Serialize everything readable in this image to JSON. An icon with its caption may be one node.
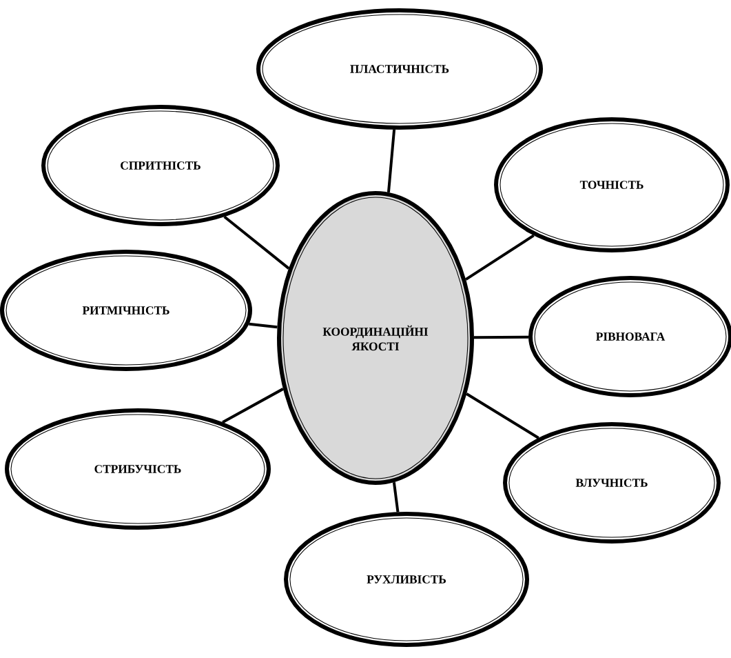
{
  "diagram": {
    "nodes": [
      {
        "text": [
          "КООРДИНАЦІЙНІ ЯКОСТІ"
        ]
      },
      {
        "text": [
          "ПЛАСТИЧНІСТЬ"
        ]
      },
      {
        "text": [
          "СПРИТНІСТЬ"
        ]
      },
      {
        "text": [
          "ТОЧНІСТЬ"
        ]
      },
      {
        "text": [
          "РИТМІЧНІСТЬ"
        ]
      },
      {
        "text": [
          "РІВНОВАГА"
        ]
      },
      {
        "text": [
          "СТРИБУЧІСТЬ"
        ]
      },
      {
        "text": [
          "ВЛУЧНІСТЬ"
        ]
      },
      {
        "text": [
          "РУХЛИВІСТЬ"
        ]
      }
    ],
    "edges": [
      {
        "from": 0,
        "to": 1,
        "arrow": "none"
      },
      {
        "from": 0,
        "to": 2,
        "arrow": "none"
      },
      {
        "from": 0,
        "to": 3,
        "arrow": "none"
      },
      {
        "from": 0,
        "to": 4,
        "arrow": "none"
      },
      {
        "from": 0,
        "to": 5,
        "arrow": "none"
      },
      {
        "from": 0,
        "to": 6,
        "arrow": "none"
      },
      {
        "from": 0,
        "to": 7,
        "arrow": "none"
      },
      {
        "from": 0,
        "to": 8,
        "arrow": "none"
      }
    ]
  }
}
